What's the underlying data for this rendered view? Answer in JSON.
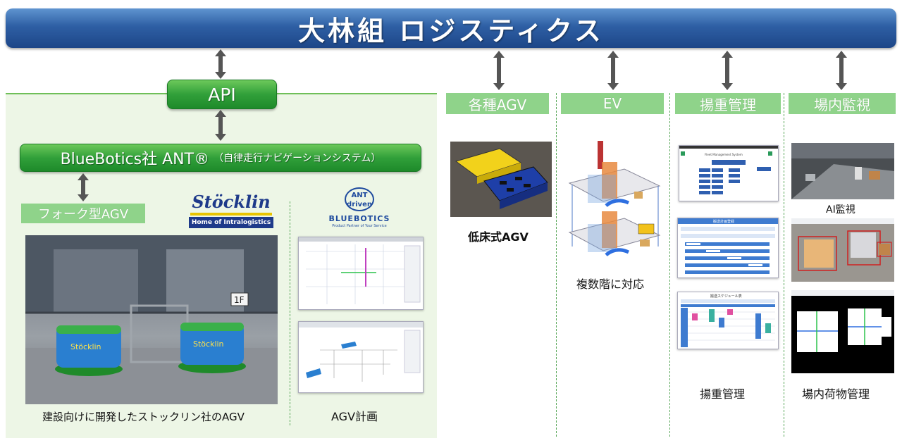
{
  "header": {
    "title": "大林組 ロジスティクス"
  },
  "left": {
    "api_label": "API",
    "ant_label": "BlueBotics社 ANT®",
    "ant_sub": "（自律走行ナビゲーションシステム）",
    "fork_label": "フォーク型AGV",
    "photo_caption": "建設向けに開発したストックリン社のAGV",
    "plan_caption": "AGV計画",
    "stocklin_logo": {
      "word": "Stöcklin",
      "tagline": "Home of Intralogistics"
    },
    "ant_logo": {
      "line1": "ANT",
      "line2": "driven",
      "brand": "BLUEBOTICS",
      "tagline": "Product Partner of Your Service"
    },
    "photo_sign": "1F",
    "photo_brand": "Stöcklin"
  },
  "columns": [
    {
      "label": "各種AGV",
      "caption": "低床式AGV"
    },
    {
      "label": "EV",
      "caption": "複数階に対応"
    },
    {
      "label": "揚重管理",
      "caption": "揚重管理"
    },
    {
      "label": "場内監視",
      "caption": "場内荷物管理",
      "sub_caption": "AI監視"
    }
  ],
  "lifting_screens": {
    "menu_title": "Fleet Management System",
    "table_title": "搬送計画登録",
    "schedule_title": "搬送スケジュール表"
  },
  "colors": {
    "banner": "#2e5fa4",
    "green_button": "#31a03a",
    "label_green": "#8fd38a",
    "panel_bg": "#edf6e6"
  }
}
